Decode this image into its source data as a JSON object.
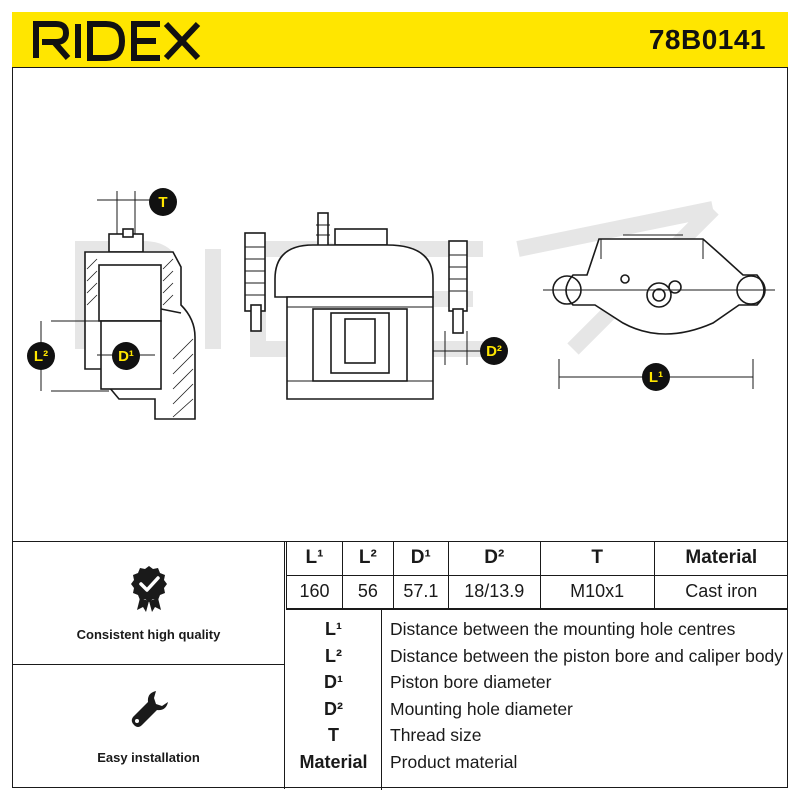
{
  "header": {
    "brand": "RIDEX",
    "part_number": "78B0141",
    "brand_color": "#ffe600"
  },
  "drawing": {
    "watermark": "RIDEX",
    "badges": {
      "t": "T",
      "l2": "L²",
      "d1": "D¹",
      "d2": "D²",
      "l1": "L¹"
    }
  },
  "features": [
    {
      "label": "Consistent high quality",
      "icon": "quality-seal-icon"
    },
    {
      "label": "Easy installation",
      "icon": "wrench-icon"
    }
  ],
  "specs": {
    "headers": [
      "L¹",
      "L²",
      "D¹",
      "D²",
      "T",
      "Material"
    ],
    "values": [
      "160",
      "56",
      "57.1",
      "18/13.9",
      "M10x1",
      "Cast iron"
    ]
  },
  "legend": [
    {
      "key": "L¹",
      "desc": "Distance between the mounting hole centres"
    },
    {
      "key": "L²",
      "desc": "Distance between the piston bore and caliper body"
    },
    {
      "key": "D¹",
      "desc": "Piston bore diameter"
    },
    {
      "key": "D²",
      "desc": "Mounting hole diameter"
    },
    {
      "key": "T",
      "desc": "Thread size"
    },
    {
      "key": "Material",
      "desc": "Product material"
    }
  ]
}
